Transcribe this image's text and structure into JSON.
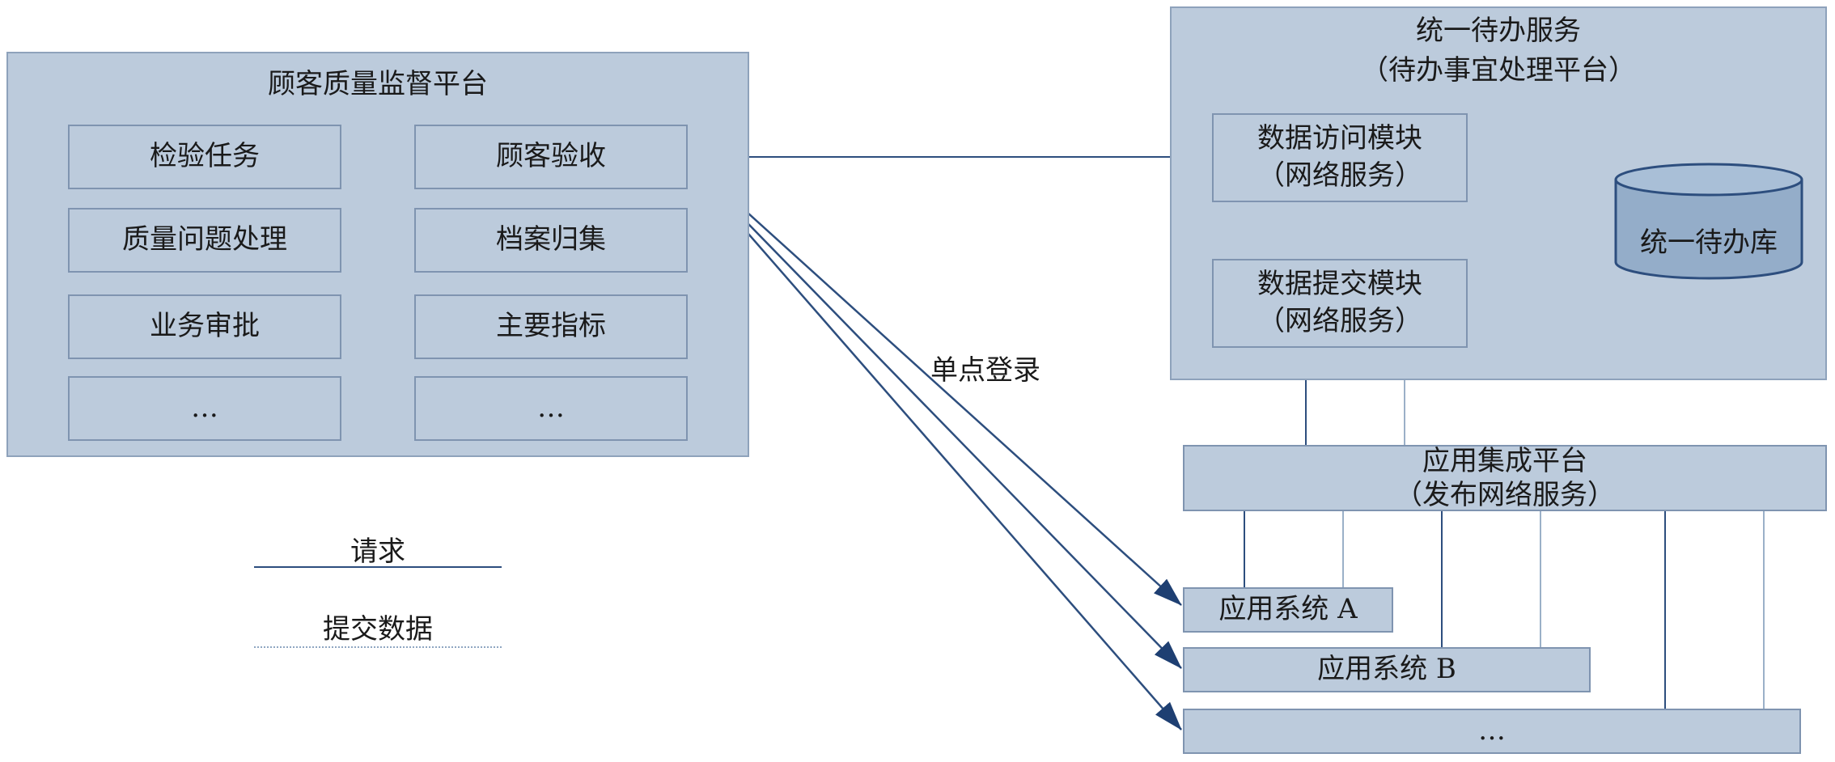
{
  "customer_platform": {
    "title": "顾客质量监督平台",
    "modules": [
      "检验任务",
      "顾客验收",
      "质量问题处理",
      "档案归集",
      "业务审批",
      "主要指标",
      "…",
      "…"
    ]
  },
  "todo_service": {
    "title_line1": "统一待办服务",
    "title_line2": "（待办事宜处理平台）",
    "access_module": {
      "line1": "数据访问模块",
      "line2": "（网络服务）"
    },
    "submit_module": {
      "line1": "数据提交模块",
      "line2": "（网络服务）"
    },
    "database": "统一待办库"
  },
  "integration_platform": {
    "line1": "应用集成平台",
    "line2": "（发布网络服务）"
  },
  "app_systems": [
    "应用系统 A",
    "应用系统 B",
    "…"
  ],
  "sso_label": "单点登录",
  "legend": {
    "request": "请求",
    "submit": "提交数据"
  },
  "colors": {
    "panel": "#bccbdc",
    "border": "#7f94b0",
    "line": "#2d4e7e",
    "db_fill": "#94adc9"
  }
}
